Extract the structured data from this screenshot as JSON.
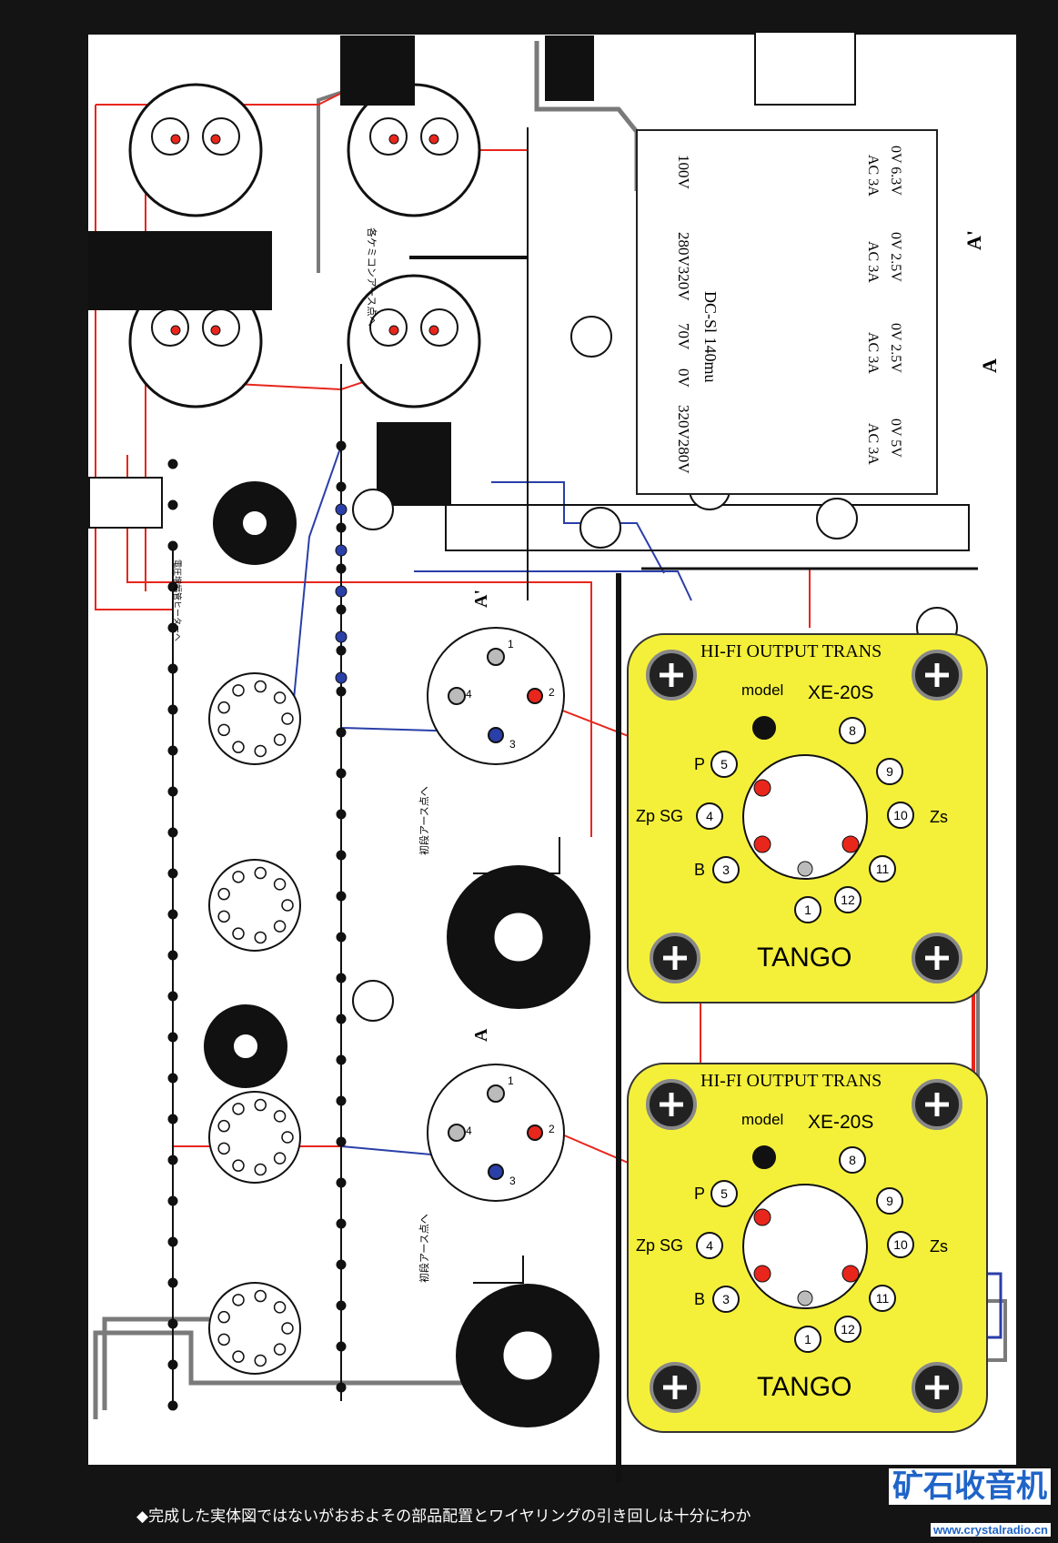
{
  "colors": {
    "background": "#141414",
    "panel": "#ffffff",
    "output_transformer": "#f4f03a",
    "wire_red": "#e8261c",
    "wire_blue": "#2a3fa8",
    "wire_grey": "#7a7a7a"
  },
  "power_transformer": {
    "primary_label": "100V",
    "secondary_labels": [
      "280V320V",
      "70V",
      "0V",
      "320V280V"
    ],
    "model": "DC-Sl 140mu",
    "heaters": [
      {
        "rating": "AC 3A",
        "taps": "0V 6.3V"
      },
      {
        "rating": "AC 3A",
        "taps": "0V 2.5V"
      },
      {
        "rating": "AC 3A",
        "taps": "0V 2.5V"
      },
      {
        "rating": "AC 3A",
        "taps": "0V 5V"
      }
    ],
    "marker_a_prime": "A'",
    "marker_a": "A"
  },
  "annotations": {
    "chemicon_ground": "各ケミコンアース点へ",
    "first_stage_ground": "初段アース点へ",
    "heater_to_voltage_amp": "電圧増幅管ヒーターへ"
  },
  "octal_sockets": [
    {
      "marker": "A'",
      "pins": [
        "1",
        "2",
        "3",
        "4"
      ]
    },
    {
      "marker": "A",
      "pins": [
        "1",
        "2",
        "3",
        "4"
      ]
    }
  ],
  "output_transformers": [
    {
      "title": "HI-FI OUTPUT TRANS",
      "model_prefix": "model",
      "model": "XE-20S",
      "brand": "TANGO",
      "pins": {
        "p": "P",
        "p_num": "5",
        "zp_sg": "Zp SG",
        "sg_num": "4",
        "b": "B",
        "b_num": "3",
        "n8": "8",
        "n9": "9",
        "n10": "10",
        "zs": "Zs",
        "n11": "11",
        "n12": "12",
        "n1": "1"
      }
    },
    {
      "title": "HI-FI OUTPUT TRANS",
      "model_prefix": "model",
      "model": "XE-20S",
      "brand": "TANGO",
      "pins": {
        "p": "P",
        "p_num": "5",
        "zp_sg": "Zp SG",
        "sg_num": "4",
        "b": "B",
        "b_num": "3",
        "n8": "8",
        "n9": "9",
        "n10": "10",
        "zs": "Zs",
        "n11": "11",
        "n12": "12",
        "n1": "1"
      }
    }
  ],
  "caption": "◆完成した実体図ではないがおおよその部品配置とワイヤリングの引き回しは十分にわか",
  "watermark": {
    "title": "矿石收音机",
    "url": "www.crystalradio.cn"
  }
}
